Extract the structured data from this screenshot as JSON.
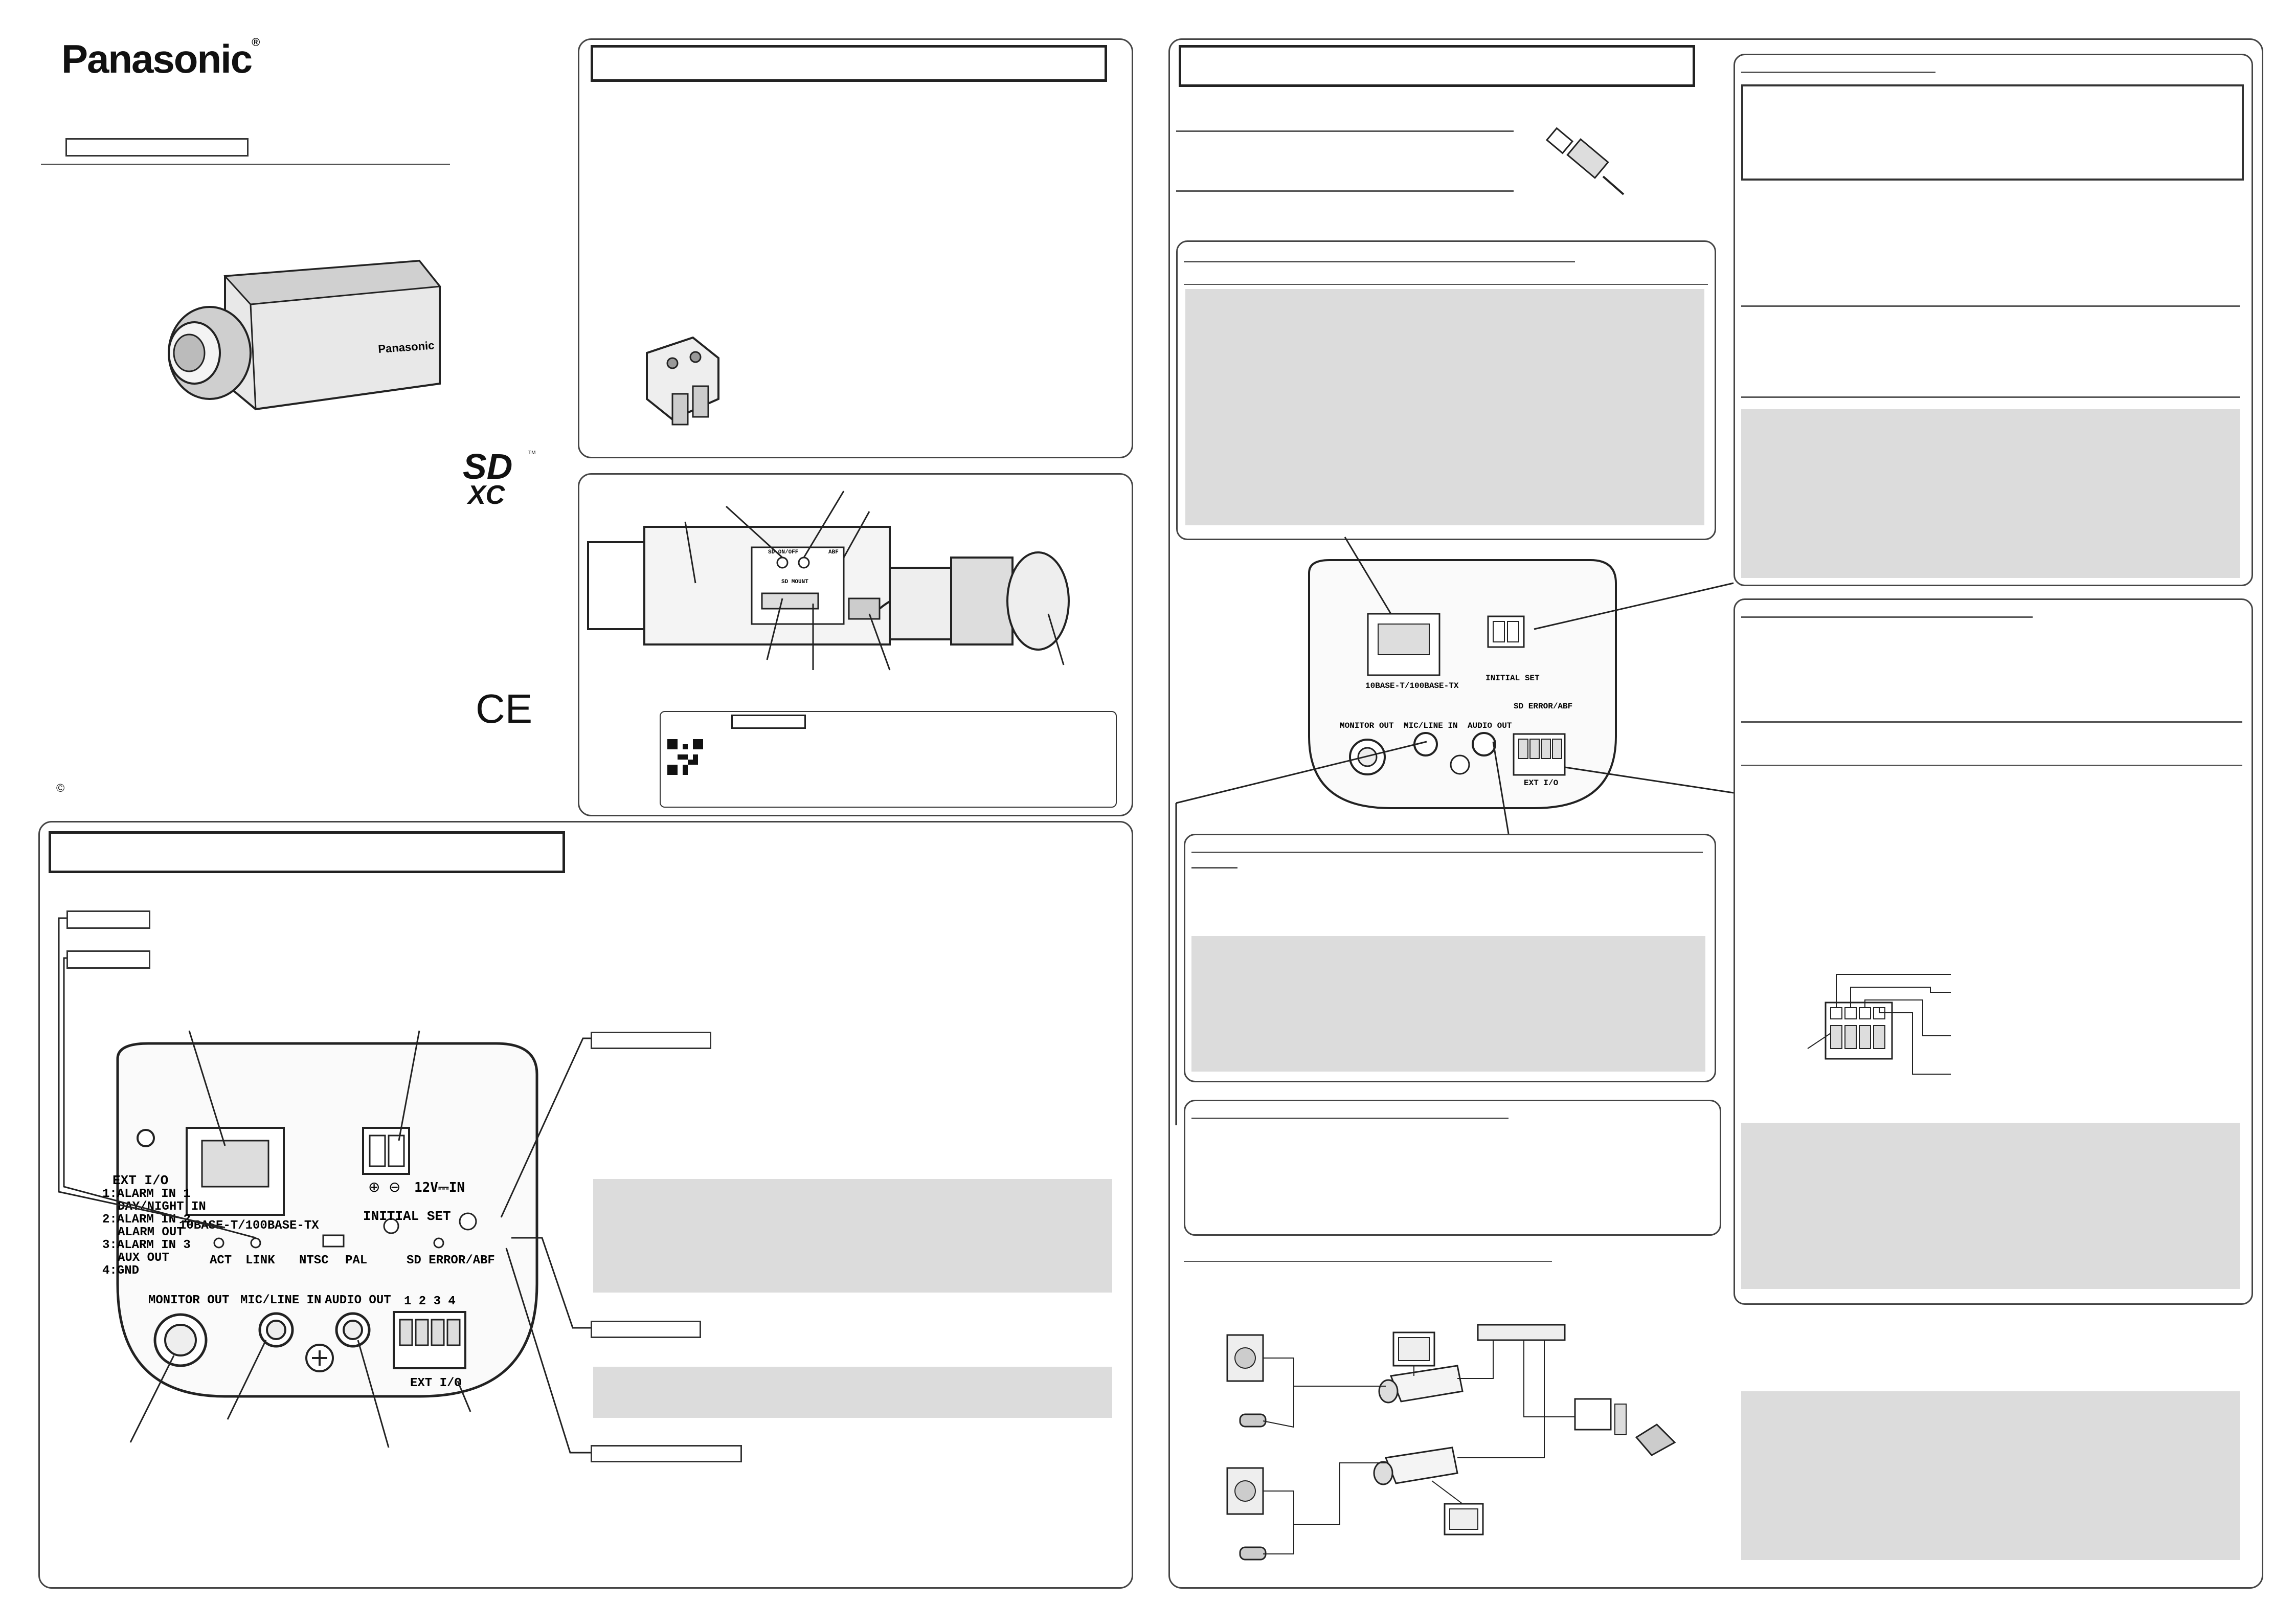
{
  "brand": {
    "name": "Panasonic",
    "registered": "®"
  },
  "copyright_symbol": "©",
  "logos": {
    "sd": "SD",
    "sd_tm": "TM",
    "xc": "XC",
    "ce": "CE",
    "camera_brand": "Panasonic"
  },
  "side_view_labels": {
    "sd_onoff": "SD ON/OFF",
    "abf": "ABF",
    "sd_mount": "SD MOUNT"
  },
  "rear_panel": {
    "ext_io_title": "EXT I/O",
    "ext_io_lines": [
      "1:ALARM IN 1",
      "DAY/NIGHT IN",
      "2:ALARM IN 2",
      "ALARM OUT",
      "3:ALARM IN 3",
      "AUX OUT",
      "4:GND"
    ],
    "network_label": "10BASE-T/100BASE-TX",
    "act": "ACT",
    "link": "LINK",
    "power_plus": "⊕",
    "power_minus": "⊖",
    "power_label": "12V⎓IN",
    "initial_set": "INITIAL SET",
    "ntsc": "NTSC",
    "pal": "PAL",
    "sd_error": "SD ERROR/ABF",
    "monitor_out": "MONITOR OUT",
    "mic_line_in": "MIC/LINE IN",
    "audio_out": "AUDIO OUT",
    "terminal_numbers": "1 2 3 4",
    "ext_io_bottom": "EXT I/O"
  },
  "colors": {
    "gray_box": "#dcdcdc",
    "border": "#444444"
  },
  "icons": [
    "power-plug-icon",
    "qr-code-icon",
    "sd-card-icon",
    "speaker-icon",
    "microphone-icon",
    "monitor-icon",
    "hub-icon",
    "pc-icon",
    "camera-icon"
  ]
}
